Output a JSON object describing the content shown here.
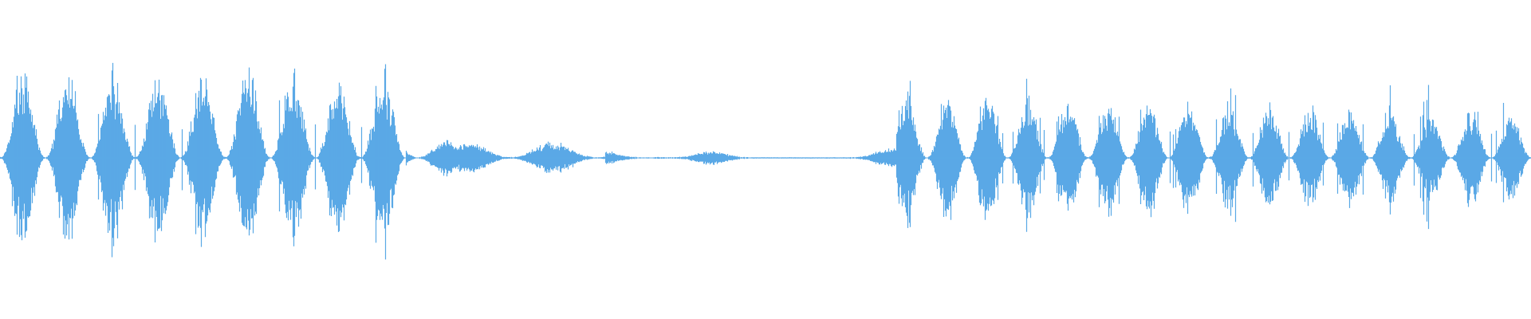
{
  "waveform": {
    "color": "#5aa9e6",
    "background": "#ffffff",
    "channels": 1,
    "segments": [
      {
        "t0": 0.0,
        "t1": 0.265,
        "amplitude": 0.92,
        "burst_rate": 34,
        "style": "dense"
      },
      {
        "t0": 0.265,
        "t1": 0.3,
        "amplitude": 0.4,
        "burst_rate": 22,
        "style": "decay"
      },
      {
        "t0": 0.3,
        "t1": 0.395,
        "amplitude": 0.16,
        "burst_rate": 18,
        "style": "sparse"
      },
      {
        "t0": 0.395,
        "t1": 0.49,
        "amplitude": 0.07,
        "burst_rate": 14,
        "style": "dots"
      },
      {
        "t0": 0.49,
        "t1": 0.555,
        "amplitude": 0.01,
        "burst_rate": 0,
        "style": "flat"
      },
      {
        "t0": 0.555,
        "t1": 0.585,
        "amplitude": 0.09,
        "burst_rate": 18,
        "style": "sparse"
      },
      {
        "t0": 0.585,
        "t1": 1.0,
        "amplitude": 0.72,
        "burst_rate": 38,
        "style": "dense"
      }
    ]
  }
}
